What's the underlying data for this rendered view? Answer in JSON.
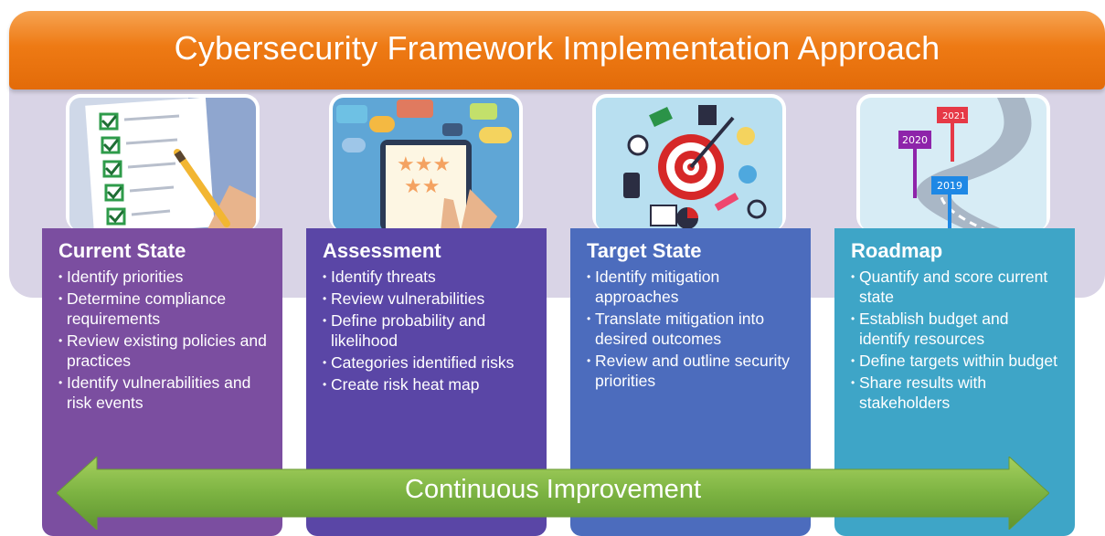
{
  "title": "Cybersecurity Framework Implementation Approach",
  "colors": {
    "banner_orange": "#ee7a14",
    "current_state": "#7b4ea0",
    "assessment": "#5a46a6",
    "target_state": "#4c6cbd",
    "roadmap": "#3ea5c7",
    "arrow_green": "#7cb342"
  },
  "stages": [
    {
      "title": "Current State",
      "icon": "checklist-icon",
      "items": [
        "Identify priorities",
        "Determine compliance requirements",
        "Review existing policies and practices",
        "Identify vulnerabilities and risk events"
      ]
    },
    {
      "title": "Assessment",
      "icon": "rating-tablet-icon",
      "items": [
        "Identify threats",
        "Review vulnerabilities",
        "Define probability and likelihood",
        "Categories identified risks",
        "Create risk heat map"
      ]
    },
    {
      "title": "Target State",
      "icon": "target-icon",
      "items": [
        "Identify mitigation approaches",
        "Translate mitigation into desired outcomes",
        "Review and outline security priorities"
      ]
    },
    {
      "title": "Roadmap",
      "icon": "road-timeline-icon",
      "items": [
        "Quantify and score current state",
        "Establish budget and identify resources",
        "Define targets within budget",
        "Share results with stakeholders"
      ],
      "years": [
        "2021",
        "2020",
        "2019"
      ]
    }
  ],
  "bullet": "•",
  "arrow_label": "Continuous Improvement"
}
